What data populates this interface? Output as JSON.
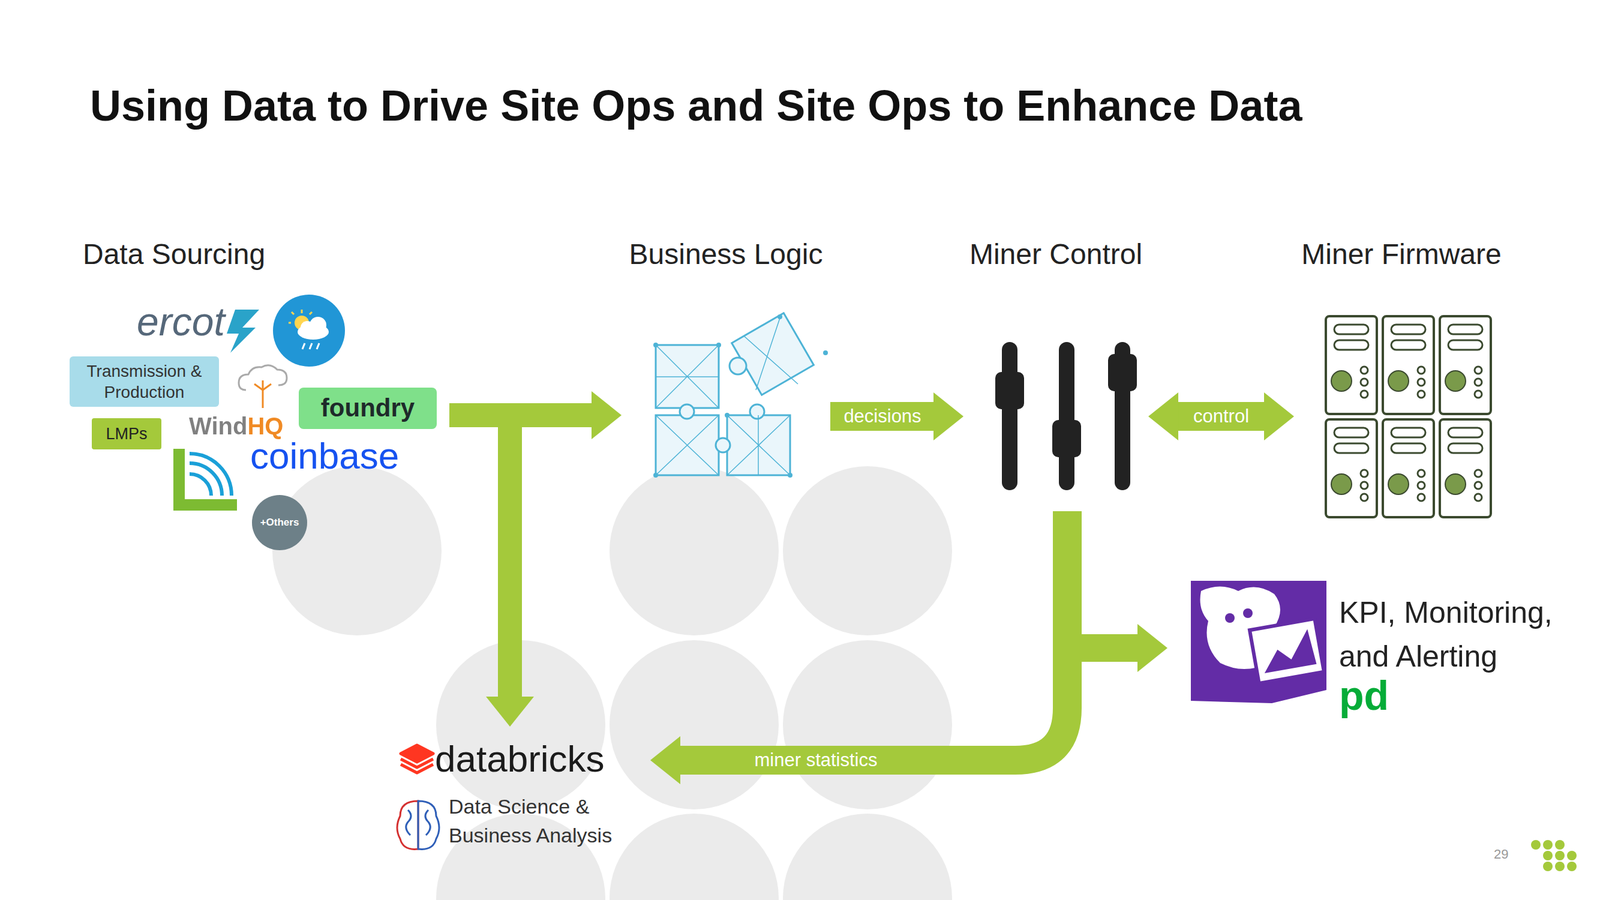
{
  "diagram": {
    "title": "Using Data to Drive Site Ops and Site Ops to Enhance Data",
    "nodes": [
      {
        "text": [
          "Data Sourcing"
        ]
      },
      {
        "text": [
          "Transmission & Production"
        ],
        "in": 0
      },
      {
        "text": [
          "LMPs"
        ],
        "in": 0
      },
      {
        "text": [
          "foundry"
        ],
        "in": 0
      },
      {
        "text": [
          "+Others"
        ],
        "in": 0
      },
      {
        "text": [
          "Business Logic"
        ]
      },
      {
        "text": [
          "Miner Control"
        ]
      },
      {
        "text": [
          "Miner Firmware"
        ]
      },
      {
        "text": [
          "KPI, Monitoring, and Alerting",
          "pd"
        ]
      },
      {
        "text": [
          "databricks",
          "Data Science & Business Analysis"
        ]
      }
    ],
    "edges": [
      {
        "from": 0,
        "to": 5,
        "arrow": "to"
      },
      {
        "from": 0,
        "to": 9,
        "arrow": "to"
      },
      {
        "from": 5,
        "to": 6,
        "label": "decisions",
        "arrow": "to"
      },
      {
        "from": 6,
        "to": 7,
        "label": "control",
        "arrow": "both"
      },
      {
        "from": 6,
        "to": 8,
        "arrow": "to"
      },
      {
        "from": 6,
        "to": 9,
        "label": "miner statistics",
        "arrow": "to"
      }
    ],
    "labels": [
      "ercot",
      "WindHQ",
      "coinbase",
      "29"
    ]
  }
}
